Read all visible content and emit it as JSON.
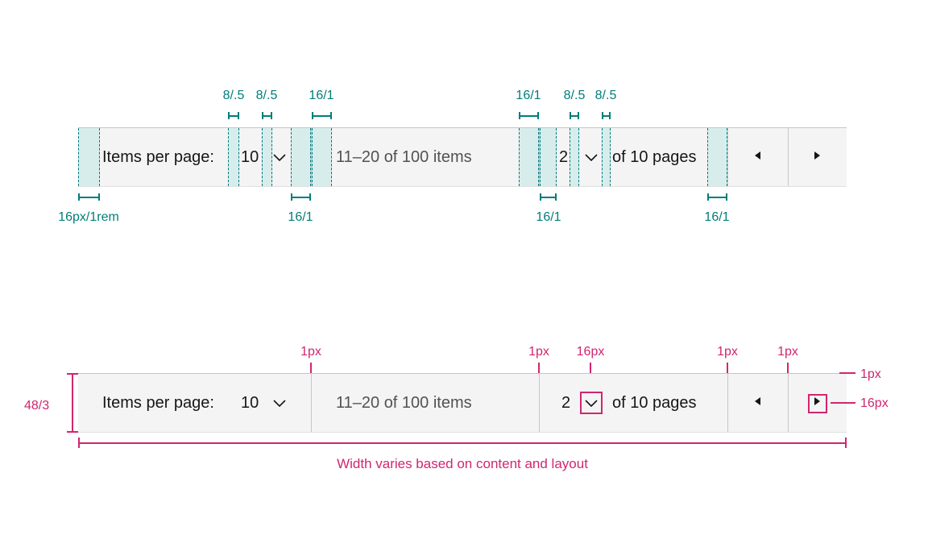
{
  "colors": {
    "teal_annotation": "#007d79",
    "teal_highlight_fill": "#d7edec",
    "magenta_annotation": "#d02670",
    "bar_background": "#f4f4f4",
    "bar_border": "#c6c6c6",
    "text_primary": "#161616",
    "text_secondary": "#525252"
  },
  "pagination": {
    "items_per_page_label": "Items per page:",
    "items_per_page_value": "10",
    "range_text": "11–20 of 100 items",
    "page_value": "2",
    "pages_suffix": "of 10 pages"
  },
  "icons": {
    "page_size_selector": "chevron-down-icon",
    "page_number_selector": "chevron-down-icon",
    "previous_button": "caret-left-icon",
    "next_button": "caret-right-icon"
  },
  "top_spec": {
    "above": [
      "8/.5",
      "8/.5",
      "16/1",
      "16/1",
      "8/.5",
      "8/.5"
    ],
    "below": [
      "16px/1rem",
      "16/1",
      "16/1",
      "16/1"
    ]
  },
  "bottom_spec": {
    "ticks": [
      "1px",
      "1px",
      "16px",
      "1px",
      "1px"
    ],
    "height_label": "48/3",
    "border_label": "1px",
    "icon_size_label": "16px",
    "caption": "Width varies based on content and layout"
  }
}
